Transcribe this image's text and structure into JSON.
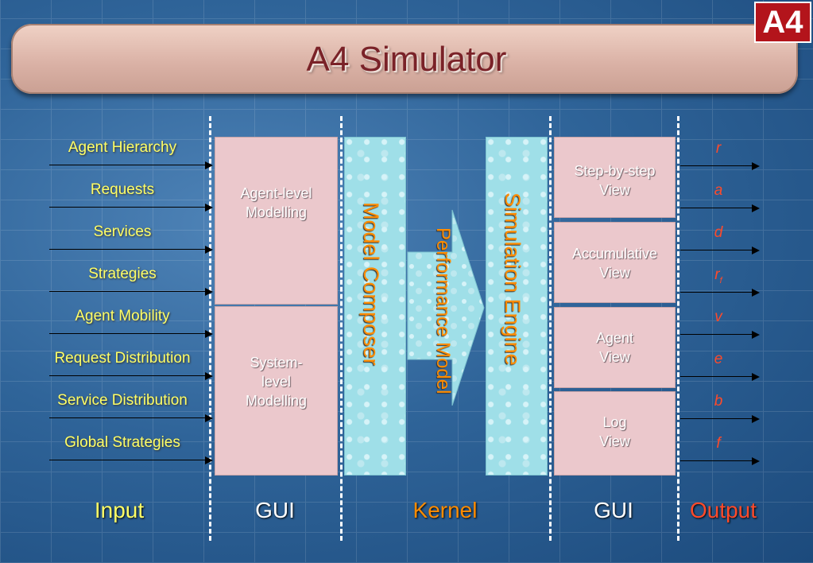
{
  "title": "A4 Simulator",
  "logo": "A4",
  "inputs": [
    "Agent Hierarchy",
    "Requests",
    "Services",
    "Strategies",
    "Agent Mobility",
    "Request Distribution",
    "Service Distribution",
    "Global Strategies"
  ],
  "gui_left": {
    "top": "Agent-level Modelling",
    "bottom": "System- level Modelling"
  },
  "kernel": {
    "composer": "Model Composer",
    "performance": "Performance Model",
    "engine": "Simulation Engine"
  },
  "views": [
    "Step-by-step View",
    "Accumulative View",
    "Agent View",
    "Log View"
  ],
  "outputs": [
    {
      "main": "r",
      "sub": ""
    },
    {
      "main": "a",
      "sub": ""
    },
    {
      "main": "d",
      "sub": ""
    },
    {
      "main": "r",
      "sub": "f"
    },
    {
      "main": "v",
      "sub": ""
    },
    {
      "main": "e",
      "sub": ""
    },
    {
      "main": "b",
      "sub": ""
    },
    {
      "main": "f",
      "sub": ""
    }
  ],
  "bottom": {
    "input": "Input",
    "gui_left": "GUI",
    "kernel": "Kernel",
    "gui_right": "GUI",
    "output": "Output"
  },
  "colors": {
    "input": "#ffff66",
    "kernel": "#ff8c00",
    "output": "#ff4a2a",
    "gui": "#ffffff",
    "title": "#7a2228"
  }
}
